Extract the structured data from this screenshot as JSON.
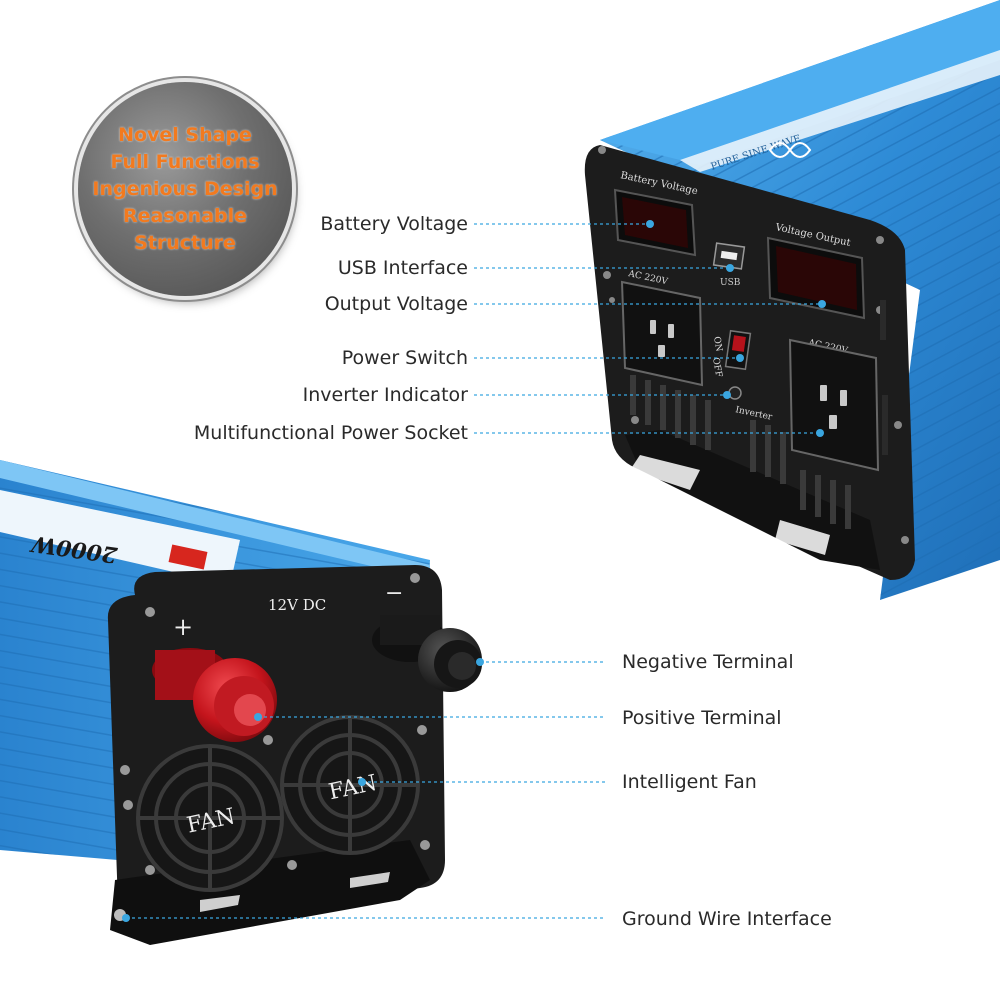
{
  "badge": {
    "lines": [
      "Novel Shape",
      "Full Functions",
      "Ingenious Design",
      "Reasonable",
      "Structure"
    ],
    "color": "#f27a1f"
  },
  "callouts_top": [
    {
      "label": "Battery Voltage"
    },
    {
      "label": "USB Interface"
    },
    {
      "label": "Output Voltage"
    },
    {
      "label": "Power Switch"
    },
    {
      "label": "Inverter Indicator"
    },
    {
      "label": "Multifunctional Power Socket"
    }
  ],
  "callouts_bottom": [
    {
      "label": "Negative Terminal"
    },
    {
      "label": "Positive Terminal"
    },
    {
      "label": "Intelligent Fan"
    },
    {
      "label": "Ground Wire Interface"
    }
  ],
  "front_panel": {
    "battery_voltage_label": "Battery Voltage",
    "voltage_output_label": "Voltage Output",
    "usb_label": "USB",
    "ac_label_left": "AC 220V",
    "ac_label_right": "AC 220V",
    "switch_on": "ON",
    "switch_off": "OFF",
    "inverter_label": "Inverter",
    "top_band_text": "PURE SINE WAVE"
  },
  "rear_panel": {
    "dc_label": "12V DC",
    "plus_sign": "+",
    "minus_sign": "−",
    "fan_left": "FAN",
    "fan_right": "FAN",
    "side_label": "2000W"
  },
  "colors": {
    "body_blue": "#2f8fd8",
    "panel_black": "#1c1c1c",
    "leader_line": "#3aa6e0",
    "red_terminal": "#c4141c"
  }
}
